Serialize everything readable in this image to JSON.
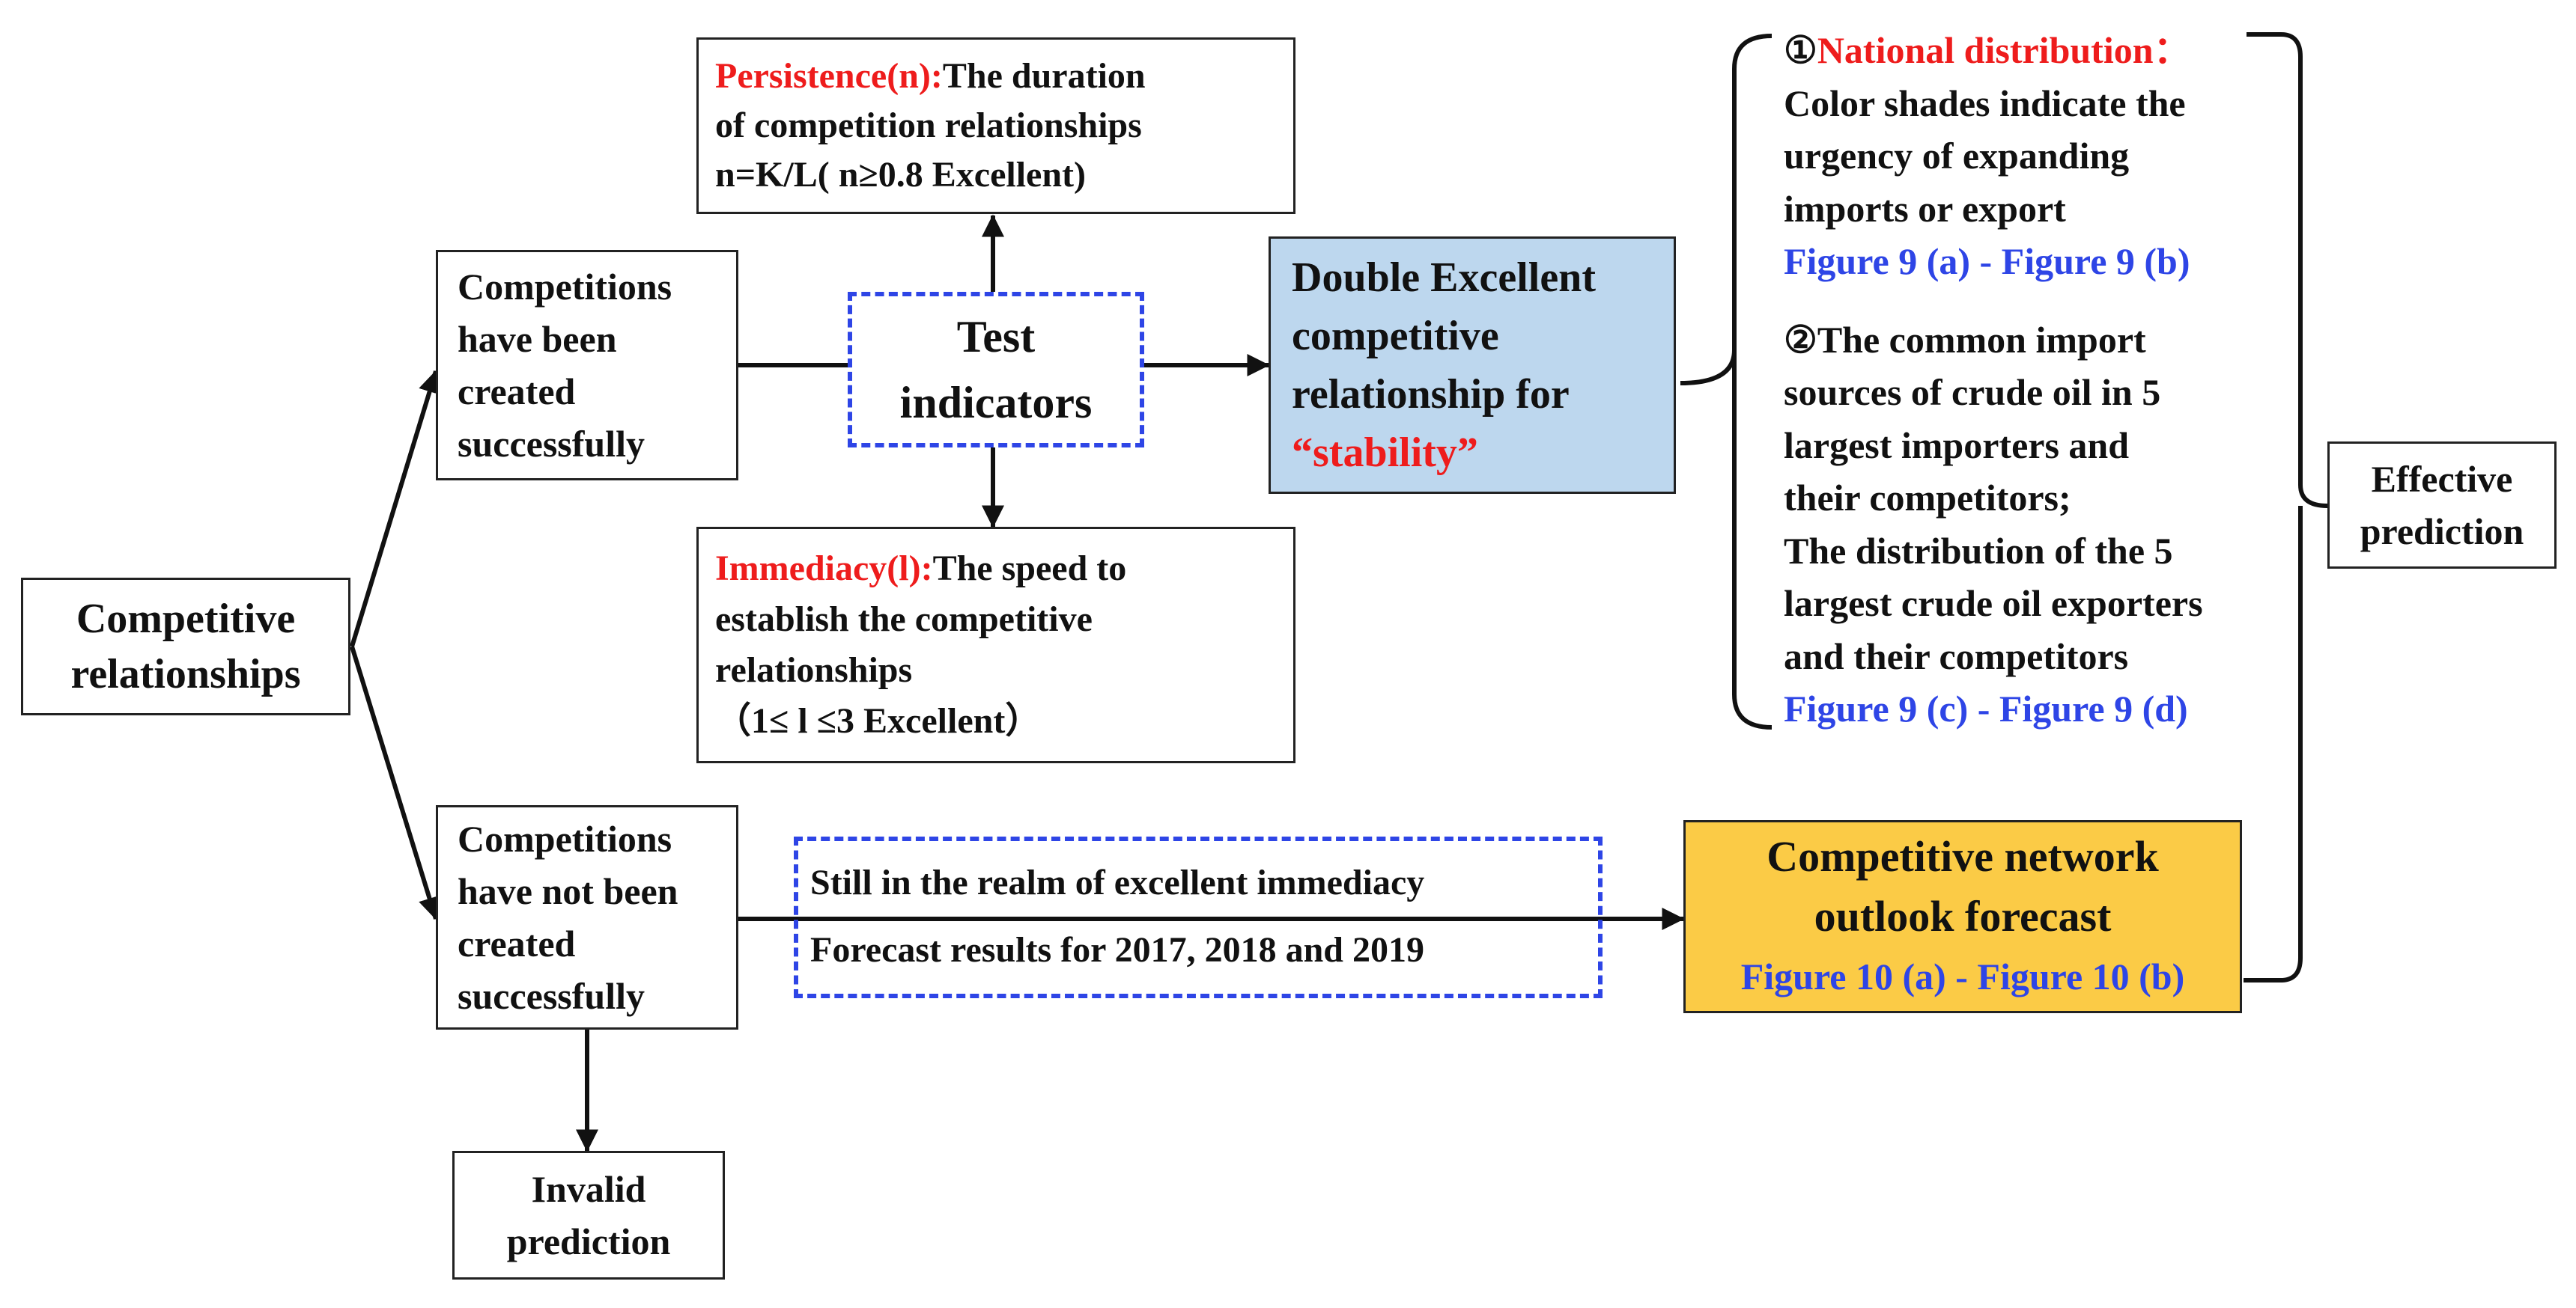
{
  "competitive_relationships": [
    "Competitive",
    "relationships"
  ],
  "created": [
    "Competitions",
    "have been",
    "created",
    "successfully"
  ],
  "not_created": [
    "Competitions",
    "have not been",
    "created",
    "successfully"
  ],
  "invalid": [
    "Invalid",
    "prediction"
  ],
  "persistence": {
    "term": "Persistence(n):",
    "line1_rest": "The duration",
    "lines": [
      "of competition relationships",
      "n=K/L( n≥0.8  Excellent)"
    ]
  },
  "immediacy": {
    "term": "Immediacy(l):",
    "line1_rest": "The speed to",
    "lines": [
      "establish the competitive",
      "relationships",
      "（1≤ l ≤3  Excellent）"
    ]
  },
  "test_indicators": [
    "Test",
    "indicators"
  ],
  "double_excellent": {
    "lines": [
      "Double Excellent",
      "competitive",
      "relationship for"
    ],
    "highlight": "“stability”"
  },
  "forecast": {
    "lines": [
      "Competitive network",
      "outlook forecast"
    ],
    "figure": "Figure 10  (a) - Figure 10 (b)"
  },
  "forecast_notes": [
    "Still in the realm of excellent immediacy",
    "Forecast results for 2017, 2018 and 2019"
  ],
  "effective": [
    "Effective",
    "prediction"
  ],
  "national": {
    "marker": "①",
    "term": "National distribution：",
    "lines": [
      "Color shades indicate the",
      "urgency of expanding",
      "imports or export"
    ],
    "figure": "Figure 9  (a) - Figure 9 (b)"
  },
  "common": {
    "lines": [
      "②The common import",
      "sources of crude oil in 5",
      "largest importers and",
      "their competitors;",
      "The distribution of the 5",
      "largest crude oil exporters",
      "and their competitors"
    ],
    "figure": "Figure 9  (c) - Figure 9 (d)"
  },
  "colors": {
    "red": "#ee1c1c",
    "blue": "#2e45e6",
    "double_fill": "#bdd7ee",
    "forecast_fill": "#fbcb46"
  }
}
